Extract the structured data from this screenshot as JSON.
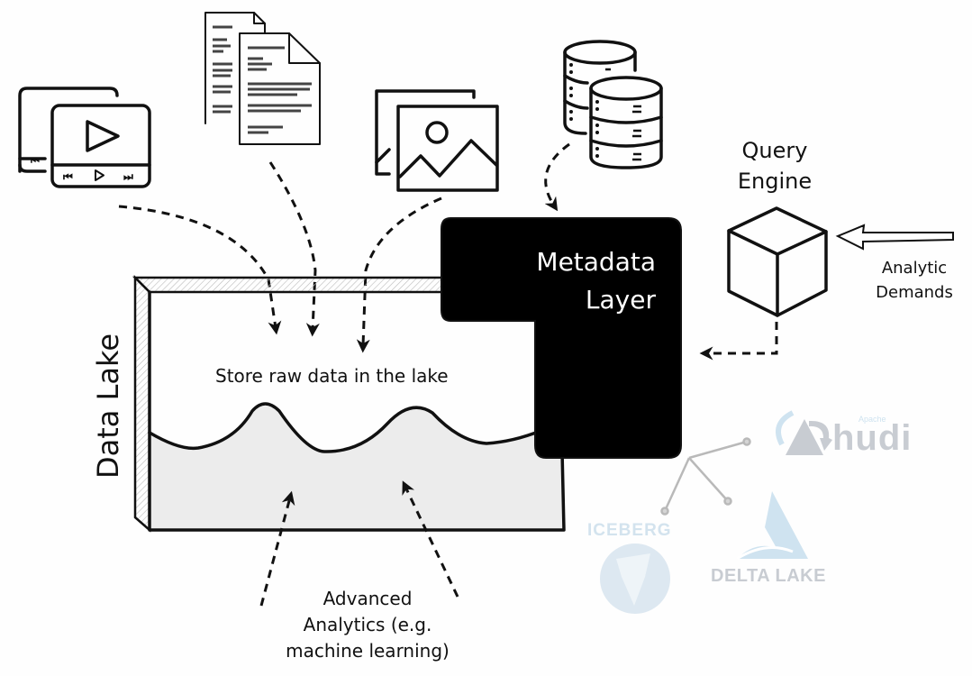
{
  "diagram": {
    "title": "Data Lake",
    "sources": [
      {
        "name": "video",
        "icon": "video-files-icon"
      },
      {
        "name": "documents",
        "icon": "document-files-icon"
      },
      {
        "name": "images",
        "icon": "image-files-icon"
      },
      {
        "name": "databases",
        "icon": "database-icon"
      }
    ],
    "lake_label": "Data Lake",
    "store_text": "Store raw data in the lake",
    "metadata_layer": {
      "line1": "Metadata",
      "line2": "Layer"
    },
    "query_engine": {
      "line1": "Query",
      "line2": "Engine"
    },
    "analytic_demands": {
      "line1": "Analytic",
      "line2": "Demands"
    },
    "advanced_analytics": {
      "line1": "Advanced",
      "line2": "Analytics (e.g.",
      "line3": "machine learning)"
    },
    "table_formats": {
      "hudi": {
        "prefix": "Apache",
        "name": "hudi"
      },
      "iceberg": {
        "name": "ICEBERG"
      },
      "delta": {
        "name": "DELTA LAKE"
      }
    },
    "colors": {
      "ink": "#111111",
      "metadata_fill": "#000000",
      "water": "#ececec",
      "logo_blue": "#cfe3f0",
      "logo_gray": "#c8ccd2"
    }
  }
}
